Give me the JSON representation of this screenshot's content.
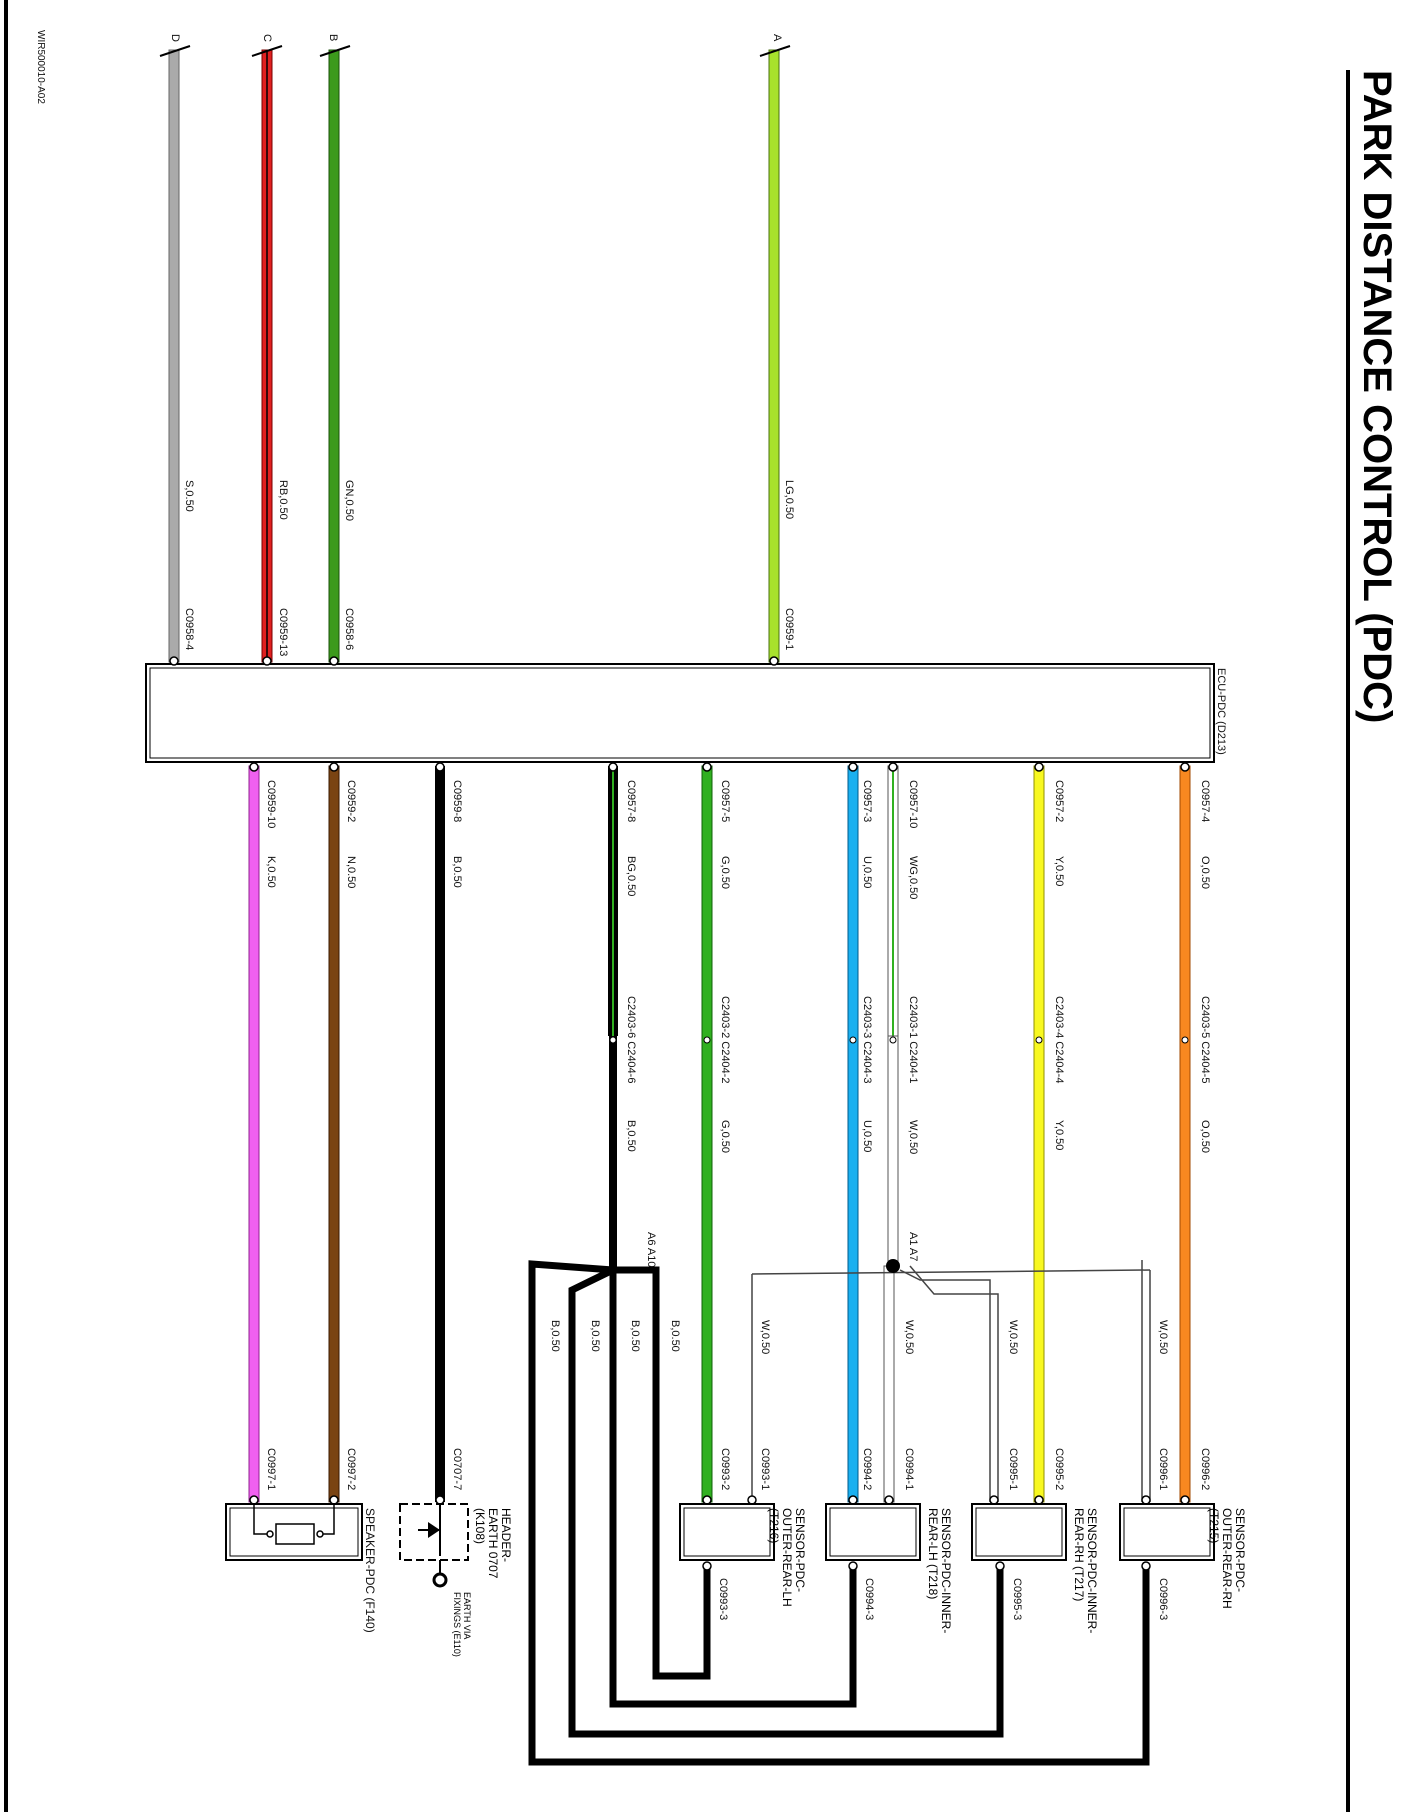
{
  "title": "PARK DISTANCE CONTROL (PDC)",
  "ref_code": "WIR500010-A02",
  "ecu_label": "ECU-PDC (D213)",
  "colors": {
    "lg": "#a8e22c",
    "gn": "#3c9a1c",
    "rb": "#e02020",
    "s": "#aaaaaa",
    "k": "#f060f0",
    "n": "#7a4412",
    "b": "#000000",
    "g": "#30b020",
    "u": "#1ab0f0",
    "w": "#ffffff",
    "y": "#f8f820",
    "o": "#f88820"
  },
  "top_wires": [
    {
      "id": "A",
      "letter": "A",
      "color": "lg",
      "label": "LG,0.50",
      "connector": "C0959-1"
    },
    {
      "id": "B",
      "letter": "B",
      "color": "gn",
      "label": "GN,0.50",
      "connector": "C0958-6"
    },
    {
      "id": "C",
      "letter": "C",
      "color": "rb",
      "label": "RB,0.50",
      "connector": "C0959-13"
    },
    {
      "id": "D",
      "letter": "D",
      "color": "s",
      "label": "S,0.50",
      "connector": "C0958-4"
    }
  ],
  "bottom_wires": [
    {
      "id": "o",
      "color": "o",
      "conn1": "C0957-4",
      "label1": "O,0.50",
      "conn2": "C2403-5 C2404-5",
      "label2": "O,0.50",
      "end_conn": "C0996-2"
    },
    {
      "id": "y",
      "color": "y",
      "conn1": "C0957-2",
      "label1": "Y,0.50",
      "conn2": "C2403-4 C2404-4",
      "label2": "Y,0.50",
      "end_conn": "C0995-2"
    },
    {
      "id": "w",
      "color": "w",
      "conn1": "C0957-10",
      "label1": "WG,0.50",
      "conn2": "C2403-1 C2404-1",
      "label2": "W,0.50",
      "end_conn": "C0994-1"
    },
    {
      "id": "u",
      "color": "u",
      "conn1": "C0957-3",
      "label1": "U,0.50",
      "conn2": "C2403-3 C2404-3",
      "label2": "U,0.50",
      "end_conn": "C0994-2"
    },
    {
      "id": "g",
      "color": "g",
      "conn1": "C0957-5",
      "label1": "G,0.50",
      "conn2": "C2403-2 C2404-2",
      "label2": "G,0.50",
      "end_conn": "C0993-2"
    },
    {
      "id": "bg",
      "color": "b",
      "conn1": "C0957-8",
      "label1": "BG,0.50",
      "conn2": "C2403-6 C2404-6",
      "label2": "B,0.50",
      "end_conn": ""
    },
    {
      "id": "b8",
      "color": "b",
      "conn1": "C0959-8",
      "label1": "B,0.50",
      "conn2": "",
      "label2": "",
      "end_conn": "C0707-7"
    },
    {
      "id": "n",
      "color": "n",
      "conn1": "C0959-2",
      "label1": "N,0.50",
      "conn2": "",
      "label2": "",
      "end_conn": "C0997-2"
    },
    {
      "id": "k",
      "color": "k",
      "conn1": "C0959-10",
      "label1": "K,0.50",
      "conn2": "",
      "label2": "",
      "end_conn": "C0997-1"
    }
  ],
  "splices": {
    "a1_a7": "A1 A7",
    "a6_a10": "A6 A10"
  },
  "white_branch_labels": [
    "W,0.50",
    "W,0.50",
    "W,0.50",
    "W,0.50"
  ],
  "white_branch_conns": [
    "C0996-1",
    "C0995-1",
    "C0993-1"
  ],
  "ground_branch_labels": [
    "B,0.50",
    "B,0.50",
    "B,0.50",
    "B,0.50"
  ],
  "sensor_ground_conns": [
    "C0996-3",
    "C0995-3",
    "C0994-3",
    "C0993-3"
  ],
  "components": [
    {
      "id": "s1",
      "name": "SENSOR-PDC-OUTER-REAR-RH (T215)"
    },
    {
      "id": "s2",
      "name": "SENSOR-PDC-INNER-REAR-RH (T217)"
    },
    {
      "id": "s3",
      "name": "SENSOR-PDC-INNER-REAR-LH (T218)"
    },
    {
      "id": "s4",
      "name": "SENSOR-PDC-OUTER-REAR-LH (T216)"
    },
    {
      "id": "earth",
      "name": "HEADER-EARTH 0707 (K108)"
    },
    {
      "id": "speaker",
      "name": "SPEAKER-PDC (F140)"
    }
  ],
  "earth_note": "EARTH VIA FIXINGS (E110)"
}
